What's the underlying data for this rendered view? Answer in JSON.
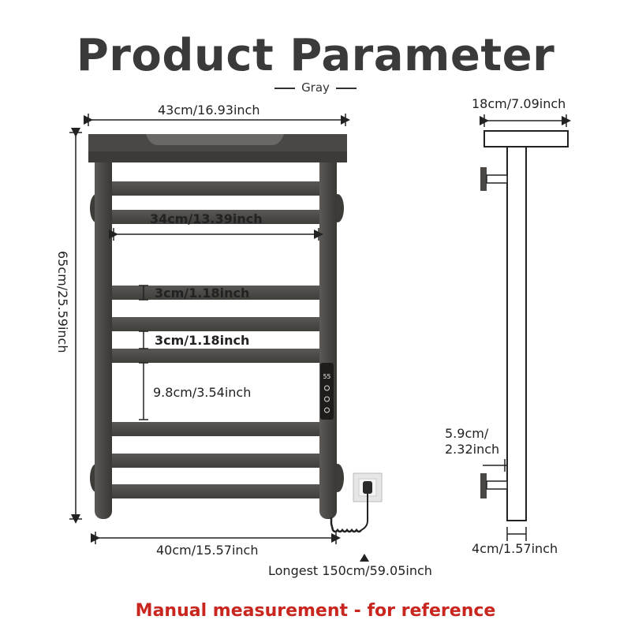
{
  "header": {
    "title": "Product Parameter",
    "color_label": "Gray"
  },
  "dimensions": {
    "overall_width": "43cm/16.93inch",
    "inner_width": "34cm/13.39inch",
    "bar_height_1": "3cm/1.18inch",
    "bar_height_2": "3cm/1.18inch",
    "bar_gap": "9.8cm/3.54inch",
    "height": "65cm/25.59inch",
    "bottom_width": "40cm/15.57inch",
    "cable_length": "Longest 150cm/59.05inch",
    "side_depth": "18cm/7.09inch",
    "wall_offset_a": "5.9cm/",
    "wall_offset_b": "2.32inch",
    "post_width": "4cm/1.57inch"
  },
  "control_panel": {
    "display": "55"
  },
  "footer": {
    "note": "Manual measurement - for reference"
  },
  "colors": {
    "product": "#4d4a47",
    "product_dark": "#3b3936",
    "accent_red": "#c8261e"
  }
}
